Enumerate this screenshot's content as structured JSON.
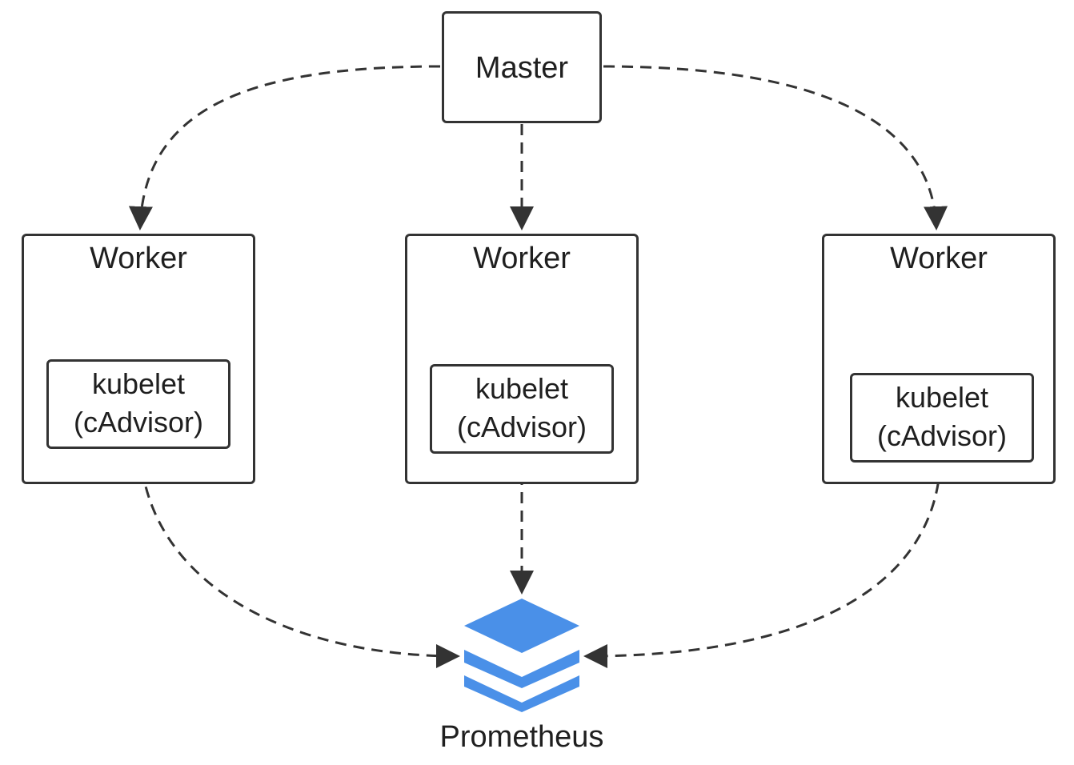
{
  "master": {
    "label": "Master"
  },
  "workers": [
    {
      "label": "Worker",
      "kubelet": {
        "line1": "kubelet",
        "line2": "(cAdvisor)"
      }
    },
    {
      "label": "Worker",
      "kubelet": {
        "line1": "kubelet",
        "line2": "(cAdvisor)"
      }
    },
    {
      "label": "Worker",
      "kubelet": {
        "line1": "kubelet",
        "line2": "(cAdvisor)"
      }
    }
  ],
  "prometheus": {
    "label": "Prometheus",
    "icon": "layers-icon",
    "color": "#4a90e8"
  },
  "colors": {
    "line": "#333333",
    "box_border": "#333333",
    "text": "#1f1f1f"
  }
}
